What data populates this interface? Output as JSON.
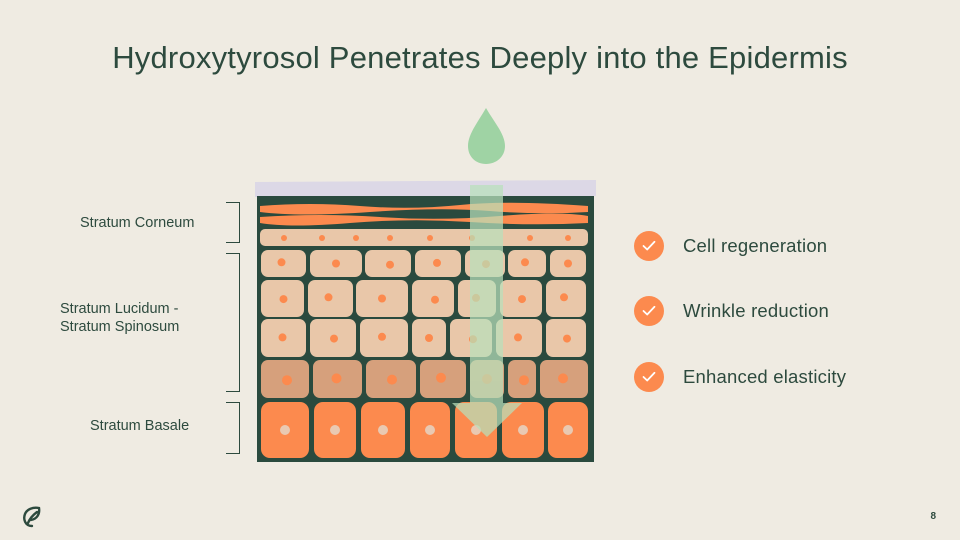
{
  "slide": {
    "title": "Hydroxytyrosol Penetrates Deeply into the Epidermis",
    "page_number": "8"
  },
  "layers": [
    {
      "label": "Stratum Corneum"
    },
    {
      "label_line1": "Stratum Lucidum -",
      "label_line2": "Stratum Spinosum"
    },
    {
      "label": "Stratum Basale"
    }
  ],
  "benefits": [
    {
      "text": "Cell regeneration"
    },
    {
      "text": "Wrinkle reduction"
    },
    {
      "text": "Enhanced elasticity"
    }
  ],
  "icons": {
    "benefit": "checkmark-icon",
    "drop": "droplet-icon",
    "arrow": "arrow-down-icon",
    "logo": "leaf-logo-icon"
  },
  "colors": {
    "title": "#2d4a3e",
    "background": "#efebe2",
    "accent_orange": "#fc8a4e",
    "dermis_dark": "#2a4a3e",
    "cell_light": "#e9c7a9",
    "cell_mid": "#d6a07c",
    "cell_basal": "#fc8a4e",
    "arrow_green": "#a9d8ae"
  }
}
